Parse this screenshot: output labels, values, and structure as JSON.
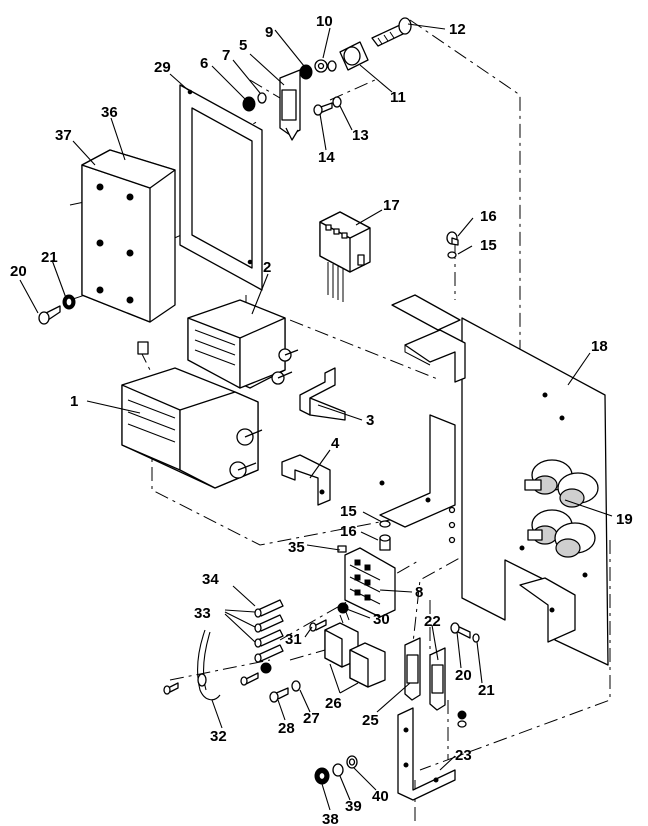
{
  "diagram": {
    "callouts": [
      {
        "id": "c1",
        "label": "1"
      },
      {
        "id": "c2",
        "label": "2"
      },
      {
        "id": "c3",
        "label": "3"
      },
      {
        "id": "c4",
        "label": "4"
      },
      {
        "id": "c5",
        "label": "5"
      },
      {
        "id": "c6",
        "label": "6"
      },
      {
        "id": "c7",
        "label": "7"
      },
      {
        "id": "c8",
        "label": "8"
      },
      {
        "id": "c9",
        "label": "9"
      },
      {
        "id": "c10",
        "label": "10"
      },
      {
        "id": "c11",
        "label": "11"
      },
      {
        "id": "c12",
        "label": "12"
      },
      {
        "id": "c13",
        "label": "13"
      },
      {
        "id": "c14",
        "label": "14"
      },
      {
        "id": "c15a",
        "label": "15"
      },
      {
        "id": "c15b",
        "label": "15"
      },
      {
        "id": "c16a",
        "label": "16"
      },
      {
        "id": "c16b",
        "label": "16"
      },
      {
        "id": "c17",
        "label": "17"
      },
      {
        "id": "c18",
        "label": "18"
      },
      {
        "id": "c19",
        "label": "19"
      },
      {
        "id": "c20a",
        "label": "20"
      },
      {
        "id": "c20b",
        "label": "20"
      },
      {
        "id": "c21a",
        "label": "21"
      },
      {
        "id": "c21b",
        "label": "21"
      },
      {
        "id": "c22",
        "label": "22"
      },
      {
        "id": "c23",
        "label": "23"
      },
      {
        "id": "c25",
        "label": "25"
      },
      {
        "id": "c26",
        "label": "26"
      },
      {
        "id": "c27",
        "label": "27"
      },
      {
        "id": "c28",
        "label": "28"
      },
      {
        "id": "c29",
        "label": "29"
      },
      {
        "id": "c30",
        "label": "30"
      },
      {
        "id": "c31",
        "label": "31"
      },
      {
        "id": "c32",
        "label": "32"
      },
      {
        "id": "c33",
        "label": "33"
      },
      {
        "id": "c34",
        "label": "34"
      },
      {
        "id": "c35",
        "label": "35"
      },
      {
        "id": "c36",
        "label": "36"
      },
      {
        "id": "c37",
        "label": "37"
      },
      {
        "id": "c38",
        "label": "38"
      },
      {
        "id": "c39",
        "label": "39"
      },
      {
        "id": "c40",
        "label": "40"
      }
    ]
  }
}
